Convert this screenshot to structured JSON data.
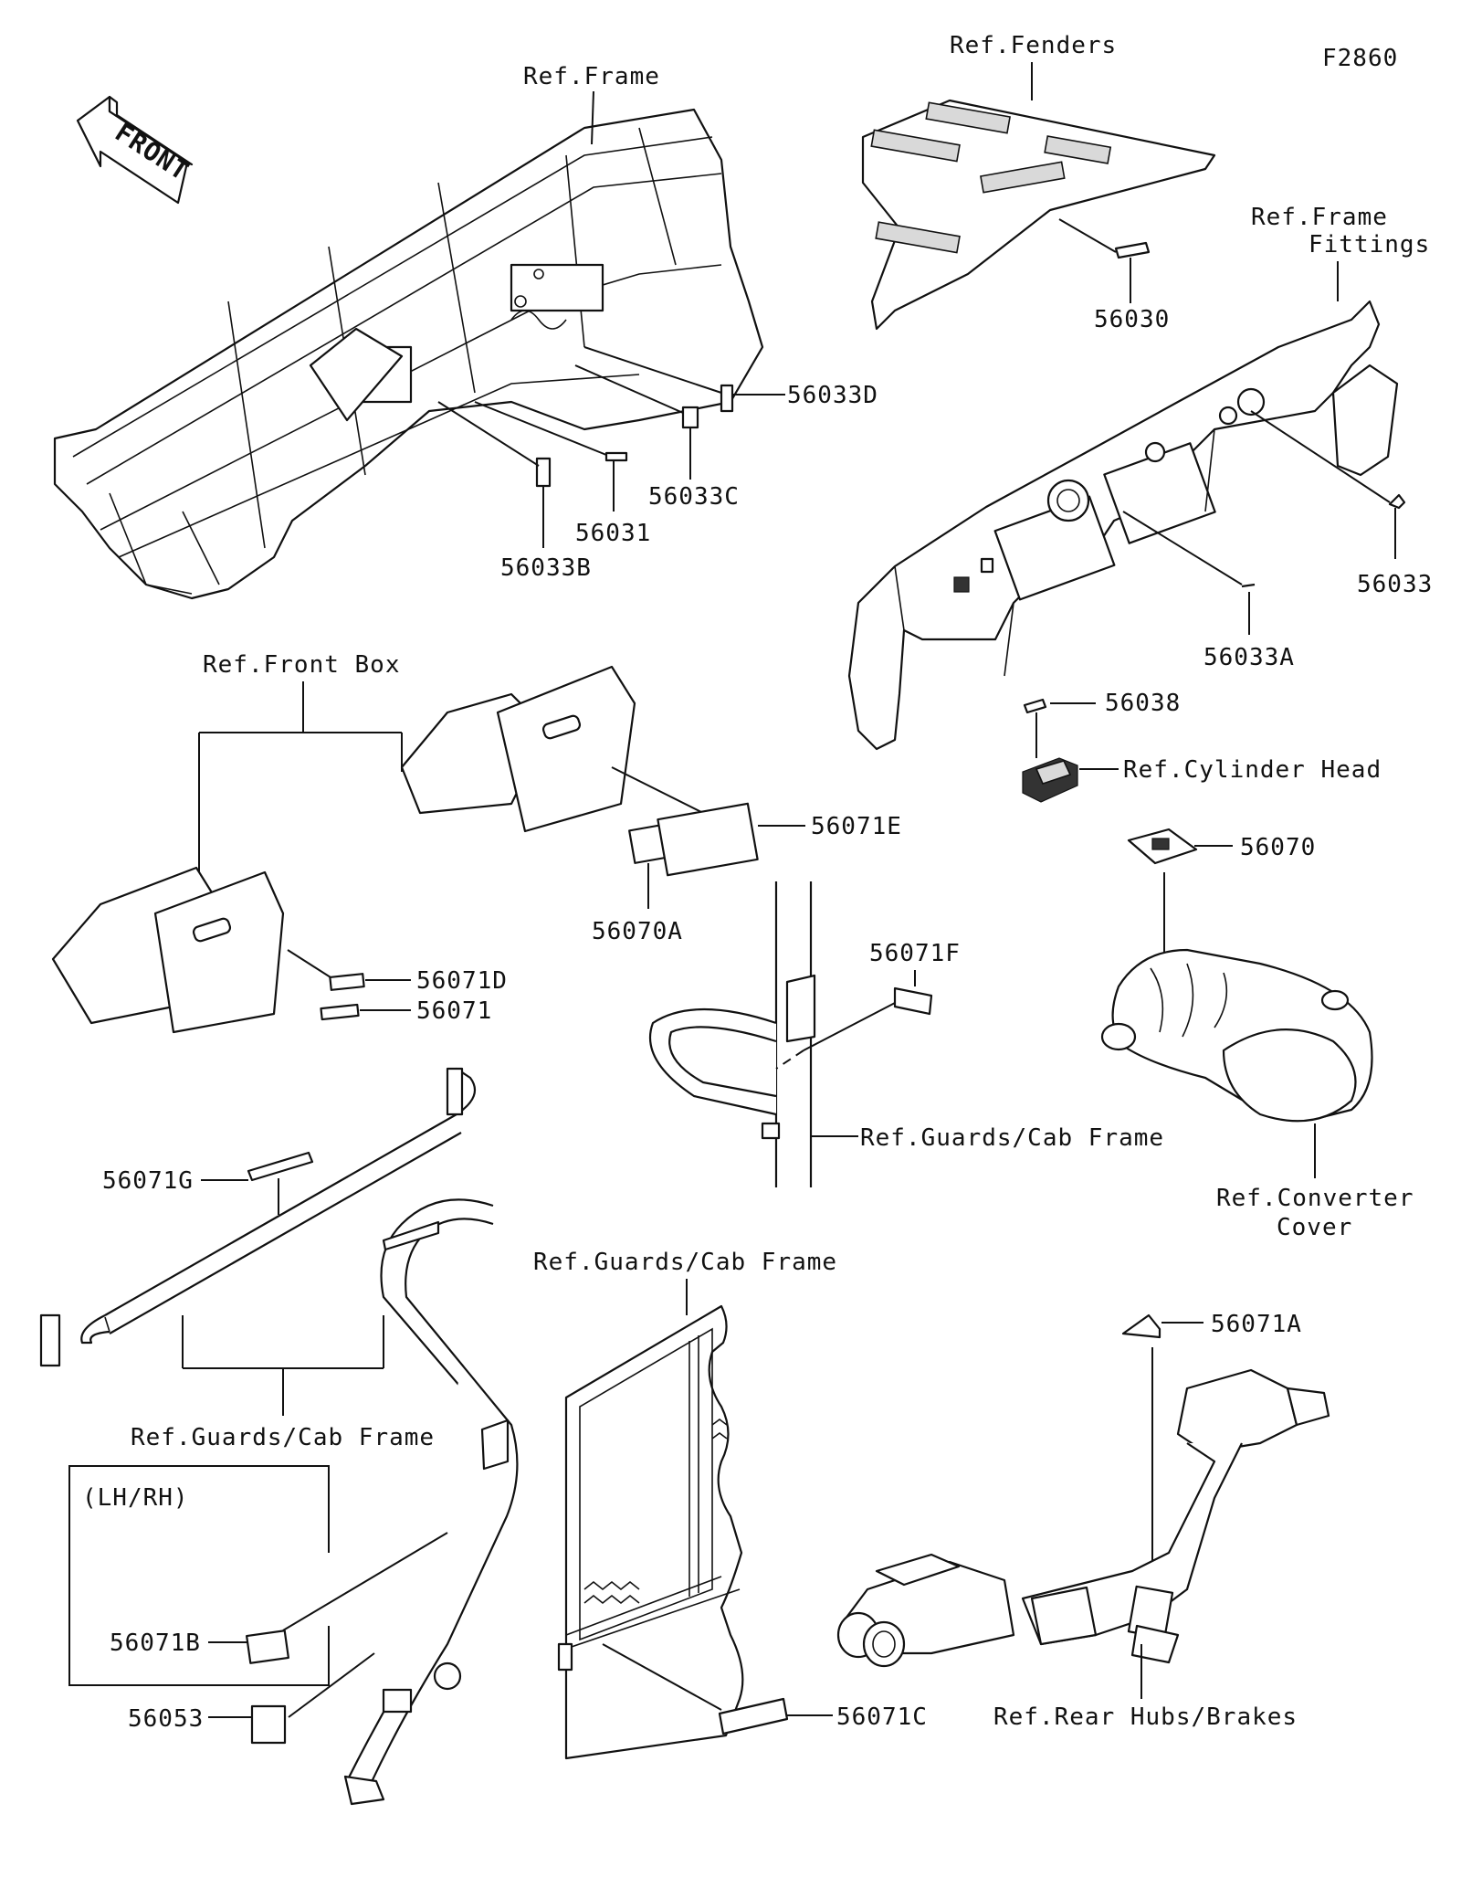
{
  "figure_code": "F2860",
  "front_arrow": {
    "label": "FRONT"
  },
  "references": {
    "frame": "Ref.Frame",
    "fenders": "Ref.Fenders",
    "frame_fittings_1": "Ref.Frame",
    "frame_fittings_2": "Fittings",
    "front_box": "Ref.Front Box",
    "cylinder_head": "Ref.Cylinder Head",
    "guards_cab_frame_1": "Ref.Guards/Cab Frame",
    "guards_cab_frame_2": "Ref.Guards/Cab Frame",
    "guards_cab_frame_3": "Ref.Guards/Cab Frame",
    "converter_cover_1": "Ref.Converter",
    "converter_cover_2": "Cover",
    "rear_hubs_brakes": "Ref.Rear Hubs/Brakes"
  },
  "parts": {
    "p56030": "56030",
    "p56031": "56031",
    "p56033": "56033",
    "p56033A": "56033A",
    "p56033B": "56033B",
    "p56033C": "56033C",
    "p56033D": "56033D",
    "p56038": "56038",
    "p56070": "56070",
    "p56070A": "56070A",
    "p56071": "56071",
    "p56071A": "56071A",
    "p56071B": "56071B",
    "p56071C": "56071C",
    "p56071D": "56071D",
    "p56071E": "56071E",
    "p56071F": "56071F",
    "p56071G": "56071G",
    "p56053": "56053"
  },
  "side_note": "(LH/RH)"
}
